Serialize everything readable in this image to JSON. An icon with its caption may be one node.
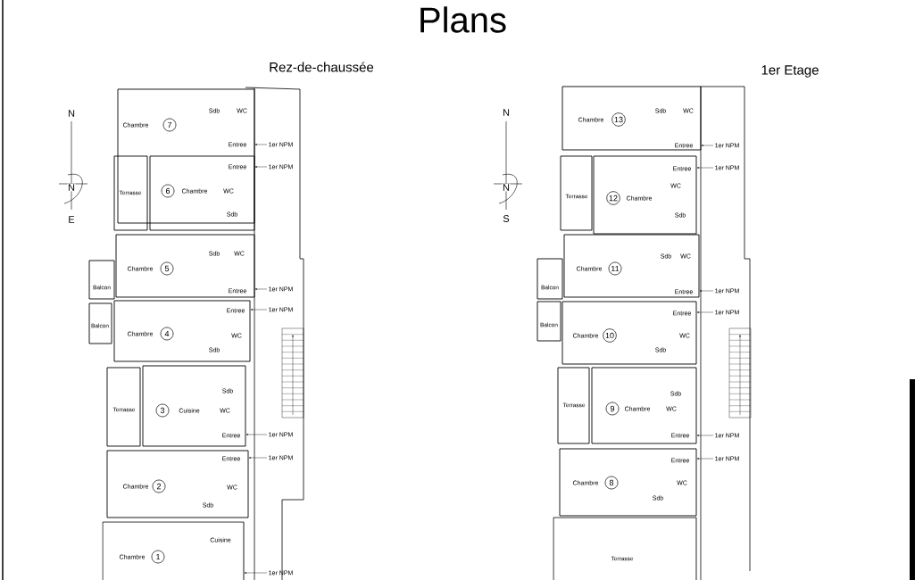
{
  "diagram": {
    "title": "Plans",
    "nodes": [
      {
        "text": [
          "Sdb",
          "WC",
          "Chambre",
          "7",
          "Entree"
        ]
      },
      {
        "text": [
          "Terrasse"
        ]
      },
      {
        "text": [
          "Entree",
          "6",
          "Chambre",
          "WC",
          "Sdb"
        ]
      },
      {
        "text": [
          "Sdb",
          "WC",
          "Chambre",
          "5",
          "Entree"
        ]
      },
      {
        "text": [
          "Balcon"
        ]
      },
      {
        "text": [
          "Entree",
          "Chambre",
          "4",
          "WC",
          "Sdb"
        ]
      },
      {
        "text": [
          "Balcon"
        ]
      },
      {
        "text": [
          "Terrasse"
        ]
      },
      {
        "text": [
          "Sdb",
          "3",
          "Cuisine",
          "WC",
          "Entree"
        ]
      },
      {
        "text": [
          "Entree",
          "Chambre",
          "2",
          "WC",
          "Sdb"
        ]
      },
      {
        "text": [
          "Cuisine",
          "Chambre",
          "1"
        ]
      },
      {
        "text": [
          "Sdb",
          "WC",
          "Chambre",
          "13",
          "Entree"
        ]
      },
      {
        "text": [
          "Terrasse"
        ]
      },
      {
        "text": [
          "Entree",
          "WC",
          "12",
          "Chambre",
          "Sdb"
        ]
      },
      {
        "text": [
          "Sdb",
          "WC",
          "Chambre",
          "11",
          "Entree"
        ]
      },
      {
        "text": [
          "Balcon"
        ]
      },
      {
        "text": [
          "Entree",
          "Chambre",
          "10",
          "WC",
          "Sdb"
        ]
      },
      {
        "text": [
          "Balcon"
        ]
      },
      {
        "text": [
          "Terrasse"
        ]
      },
      {
        "text": [
          "Sdb",
          "9",
          "Chambre",
          "WC",
          "Entree"
        ]
      },
      {
        "text": [
          "Entree",
          "Chambre",
          "8",
          "WC",
          "Sdb"
        ]
      },
      {
        "text": [
          "Terrasse"
        ]
      }
    ],
    "edges": [
      {
        "from": null,
        "to": 0,
        "arrow": "to",
        "label": "1er NPM"
      },
      {
        "from": null,
        "to": 2,
        "arrow": "to",
        "label": "1er NPM"
      },
      {
        "from": null,
        "to": 3,
        "arrow": "to",
        "label": "1er NPM"
      },
      {
        "from": null,
        "to": 5,
        "arrow": "to",
        "label": "1er NPM"
      },
      {
        "from": null,
        "to": 8,
        "arrow": "to",
        "label": "1er NPM"
      },
      {
        "from": null,
        "to": 9,
        "arrow": "to",
        "label": "1er NPM"
      },
      {
        "from": null,
        "to": 10,
        "arrow": "to",
        "label": "1er NPM"
      },
      {
        "from": null,
        "to": 11,
        "arrow": "to",
        "label": "1er NPM"
      },
      {
        "from": null,
        "to": 13,
        "arrow": "to",
        "label": "1er NPM"
      },
      {
        "from": null,
        "to": 14,
        "arrow": "to",
        "label": "1er NPM"
      },
      {
        "from": null,
        "to": 16,
        "arrow": "to",
        "label": "1er NPM"
      },
      {
        "from": null,
        "to": 19,
        "arrow": "to",
        "label": "1er NPM"
      },
      {
        "from": null,
        "to": 20,
        "arrow": "to",
        "label": "1er NPM"
      }
    ],
    "labels": [
      "Rez-de-chaussée",
      "1er Etage",
      "N",
      "N",
      "E",
      "N",
      "N",
      "S"
    ]
  }
}
